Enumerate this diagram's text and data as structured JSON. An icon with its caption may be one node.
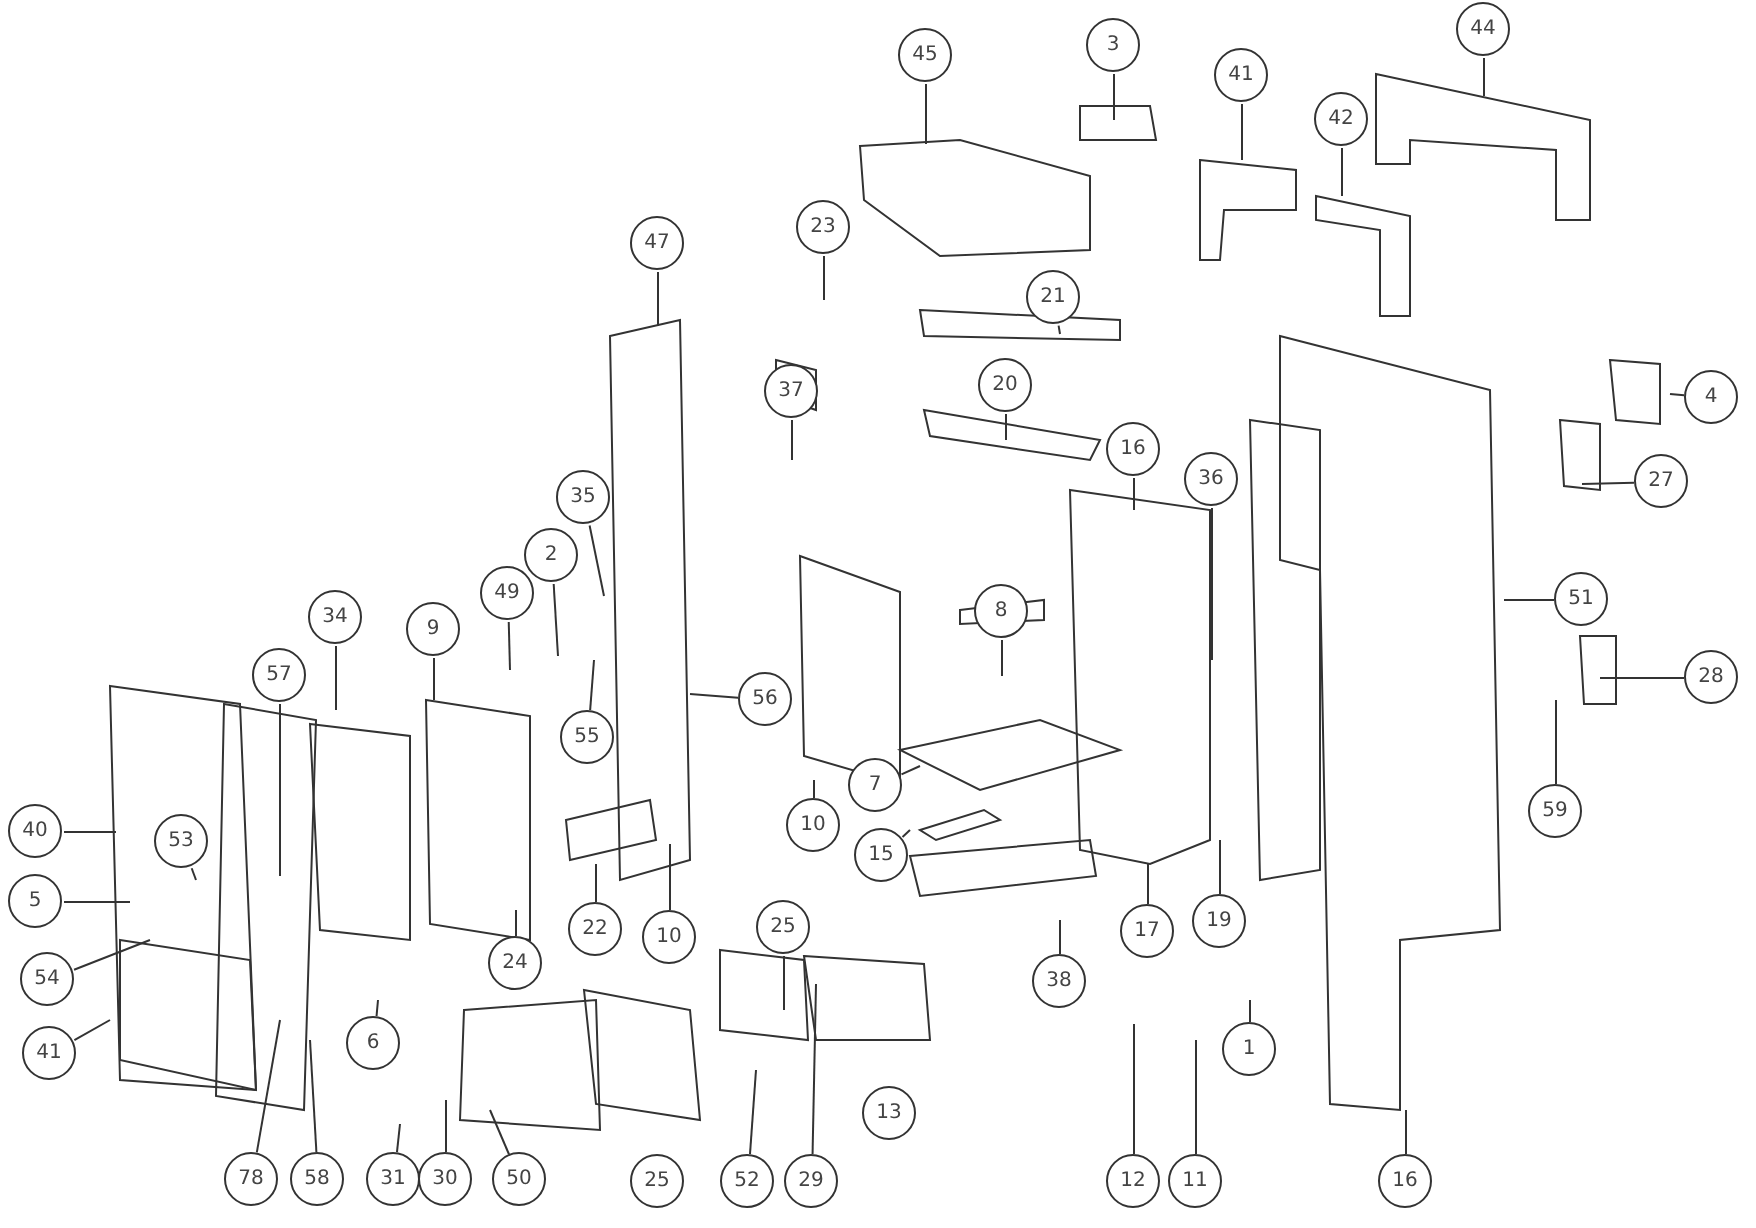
{
  "diagram": {
    "nodes": [
      {
        "text": [
          "45"
        ]
      },
      {
        "text": [
          "3"
        ]
      },
      {
        "text": [
          "41"
        ]
      },
      {
        "text": [
          "42"
        ]
      },
      {
        "text": [
          "44"
        ]
      },
      {
        "text": [
          "47"
        ]
      },
      {
        "text": [
          "23"
        ]
      },
      {
        "text": [
          "21"
        ]
      },
      {
        "text": [
          "20"
        ]
      },
      {
        "text": [
          "37"
        ]
      },
      {
        "text": [
          "4"
        ]
      },
      {
        "text": [
          "16"
        ]
      },
      {
        "text": [
          "36"
        ]
      },
      {
        "text": [
          "27"
        ]
      },
      {
        "text": [
          "35"
        ]
      },
      {
        "text": [
          "2"
        ]
      },
      {
        "text": [
          "49"
        ]
      },
      {
        "text": [
          "34"
        ]
      },
      {
        "text": [
          "9"
        ]
      },
      {
        "text": [
          "57"
        ]
      },
      {
        "text": [
          "51"
        ]
      },
      {
        "text": [
          "8"
        ]
      },
      {
        "text": [
          "56"
        ]
      },
      {
        "text": [
          "55"
        ]
      },
      {
        "text": [
          "28"
        ]
      },
      {
        "text": [
          "40"
        ]
      },
      {
        "text": [
          "53"
        ]
      },
      {
        "text": [
          "5"
        ]
      },
      {
        "text": [
          "7"
        ]
      },
      {
        "text": [
          "10"
        ]
      },
      {
        "text": [
          "15"
        ]
      },
      {
        "text": [
          "59"
        ]
      },
      {
        "text": [
          "54"
        ]
      },
      {
        "text": [
          "41"
        ]
      },
      {
        "text": [
          "22"
        ]
      },
      {
        "text": [
          "10"
        ]
      },
      {
        "text": [
          "24"
        ]
      },
      {
        "text": [
          "17"
        ]
      },
      {
        "text": [
          "19"
        ]
      },
      {
        "text": [
          "6"
        ]
      },
      {
        "text": [
          "38"
        ]
      },
      {
        "text": [
          "25"
        ]
      },
      {
        "text": [
          "1"
        ]
      },
      {
        "text": [
          "13"
        ]
      },
      {
        "text": [
          "12"
        ]
      },
      {
        "text": [
          "11"
        ]
      },
      {
        "text": [
          "16"
        ]
      },
      {
        "text": [
          "78"
        ]
      },
      {
        "text": [
          "58"
        ]
      },
      {
        "text": [
          "31"
        ]
      },
      {
        "text": [
          "30"
        ]
      },
      {
        "text": [
          "50"
        ]
      },
      {
        "text": [
          "25"
        ]
      },
      {
        "text": [
          "52"
        ]
      },
      {
        "text": [
          "29"
        ]
      }
    ],
    "edges": [
      {
        "from": 0,
        "to": null,
        "arrow": "none"
      },
      {
        "from": 1,
        "to": null,
        "arrow": "none"
      },
      {
        "from": 2,
        "to": null,
        "arrow": "none"
      },
      {
        "from": 3,
        "to": null,
        "arrow": "none"
      },
      {
        "from": 4,
        "to": null,
        "arrow": "none"
      },
      {
        "from": 5,
        "to": null,
        "arrow": "none"
      },
      {
        "from": 6,
        "to": null,
        "arrow": "none"
      },
      {
        "from": 7,
        "to": null,
        "arrow": "none"
      },
      {
        "from": 8,
        "to": null,
        "arrow": "none"
      },
      {
        "from": 9,
        "to": null,
        "arrow": "none"
      },
      {
        "from": 10,
        "to": null,
        "arrow": "none"
      },
      {
        "from": 11,
        "to": null,
        "arrow": "none"
      },
      {
        "from": 12,
        "to": null,
        "arrow": "none"
      },
      {
        "from": 13,
        "to": null,
        "arrow": "none"
      },
      {
        "from": 14,
        "to": null,
        "arrow": "none"
      },
      {
        "from": 15,
        "to": null,
        "arrow": "none"
      },
      {
        "from": 16,
        "to": null,
        "arrow": "none"
      },
      {
        "from": 17,
        "to": null,
        "arrow": "none"
      },
      {
        "from": 18,
        "to": null,
        "arrow": "none"
      },
      {
        "from": 19,
        "to": null,
        "arrow": "none"
      },
      {
        "from": 20,
        "to": null,
        "arrow": "none"
      },
      {
        "from": 21,
        "to": null,
        "arrow": "none"
      },
      {
        "from": 22,
        "to": null,
        "arrow": "none"
      },
      {
        "from": 23,
        "to": null,
        "arrow": "none"
      },
      {
        "from": 24,
        "to": null,
        "arrow": "none"
      },
      {
        "from": 25,
        "to": null,
        "arrow": "none"
      },
      {
        "from": 26,
        "to": null,
        "arrow": "none"
      },
      {
        "from": 27,
        "to": null,
        "arrow": "none"
      },
      {
        "from": 28,
        "to": null,
        "arrow": "none"
      },
      {
        "from": 29,
        "to": null,
        "arrow": "none"
      },
      {
        "from": 30,
        "to": null,
        "arrow": "none"
      },
      {
        "from": 31,
        "to": null,
        "arrow": "none"
      },
      {
        "from": 32,
        "to": null,
        "arrow": "none"
      },
      {
        "from": 33,
        "to": null,
        "arrow": "none"
      },
      {
        "from": 34,
        "to": null,
        "arrow": "none"
      },
      {
        "from": 35,
        "to": null,
        "arrow": "none"
      },
      {
        "from": 36,
        "to": null,
        "arrow": "none"
      },
      {
        "from": 37,
        "to": null,
        "arrow": "none"
      },
      {
        "from": 38,
        "to": null,
        "arrow": "none"
      },
      {
        "from": 39,
        "to": null,
        "arrow": "none"
      },
      {
        "from": 40,
        "to": null,
        "arrow": "none"
      },
      {
        "from": 41,
        "to": null,
        "arrow": "none"
      },
      {
        "from": 42,
        "to": null,
        "arrow": "none"
      },
      {
        "from": 44,
        "to": null,
        "arrow": "none"
      },
      {
        "from": 45,
        "to": null,
        "arrow": "none"
      },
      {
        "from": 46,
        "to": null,
        "arrow": "none"
      },
      {
        "from": 47,
        "to": null,
        "arrow": "none"
      },
      {
        "from": 48,
        "to": null,
        "arrow": "none"
      },
      {
        "from": 49,
        "to": null,
        "arrow": "none"
      },
      {
        "from": 50,
        "to": null,
        "arrow": "none"
      },
      {
        "from": 51,
        "to": null,
        "arrow": "none"
      },
      {
        "from": 53,
        "to": null,
        "arrow": "none"
      },
      {
        "from": 54,
        "to": null,
        "arrow": "none"
      }
    ]
  }
}
